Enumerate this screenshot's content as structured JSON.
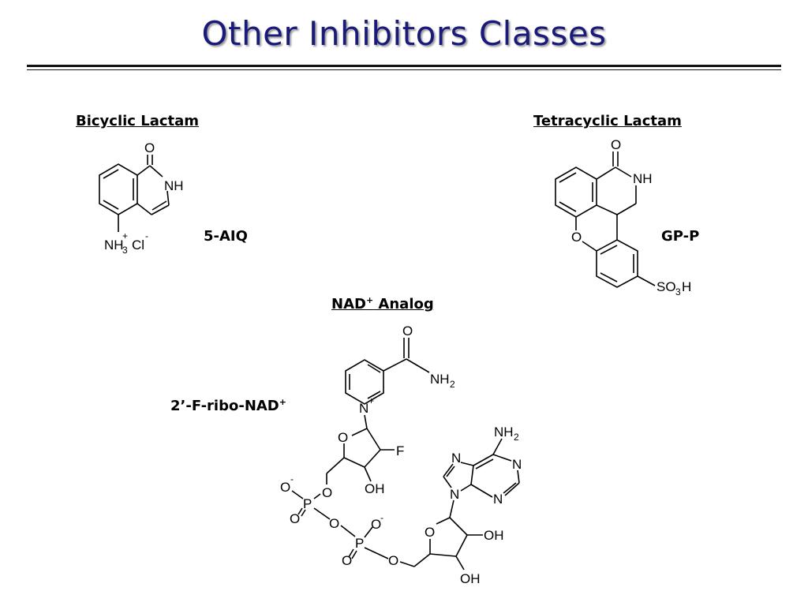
{
  "slide": {
    "title": "Other Inhibitors Classes"
  },
  "sections": {
    "bicyclic": {
      "label": "Bicyclic Lactam",
      "compound": "5-AIQ"
    },
    "tetracyclic": {
      "label": "Tetracyclic Lactam",
      "compound": "GP-P"
    },
    "nad": {
      "label": "NAD",
      "label_sup": "+",
      "label_rest": " Analog",
      "compound": "2’-F-ribo-NAD",
      "compound_sup": "+"
    }
  },
  "atoms": {
    "O": "O",
    "NH": "NH",
    "NH3": "NH",
    "sub3": "3",
    "plus": "+",
    "Cl": "Cl",
    "minus": "-",
    "SO3H_S": "SO",
    "SO3H_3": "3",
    "SO3H_H": "H",
    "NH2": "NH",
    "sub2": "2",
    "N": "N",
    "F": "F",
    "OH": "OH",
    "P": "P"
  }
}
